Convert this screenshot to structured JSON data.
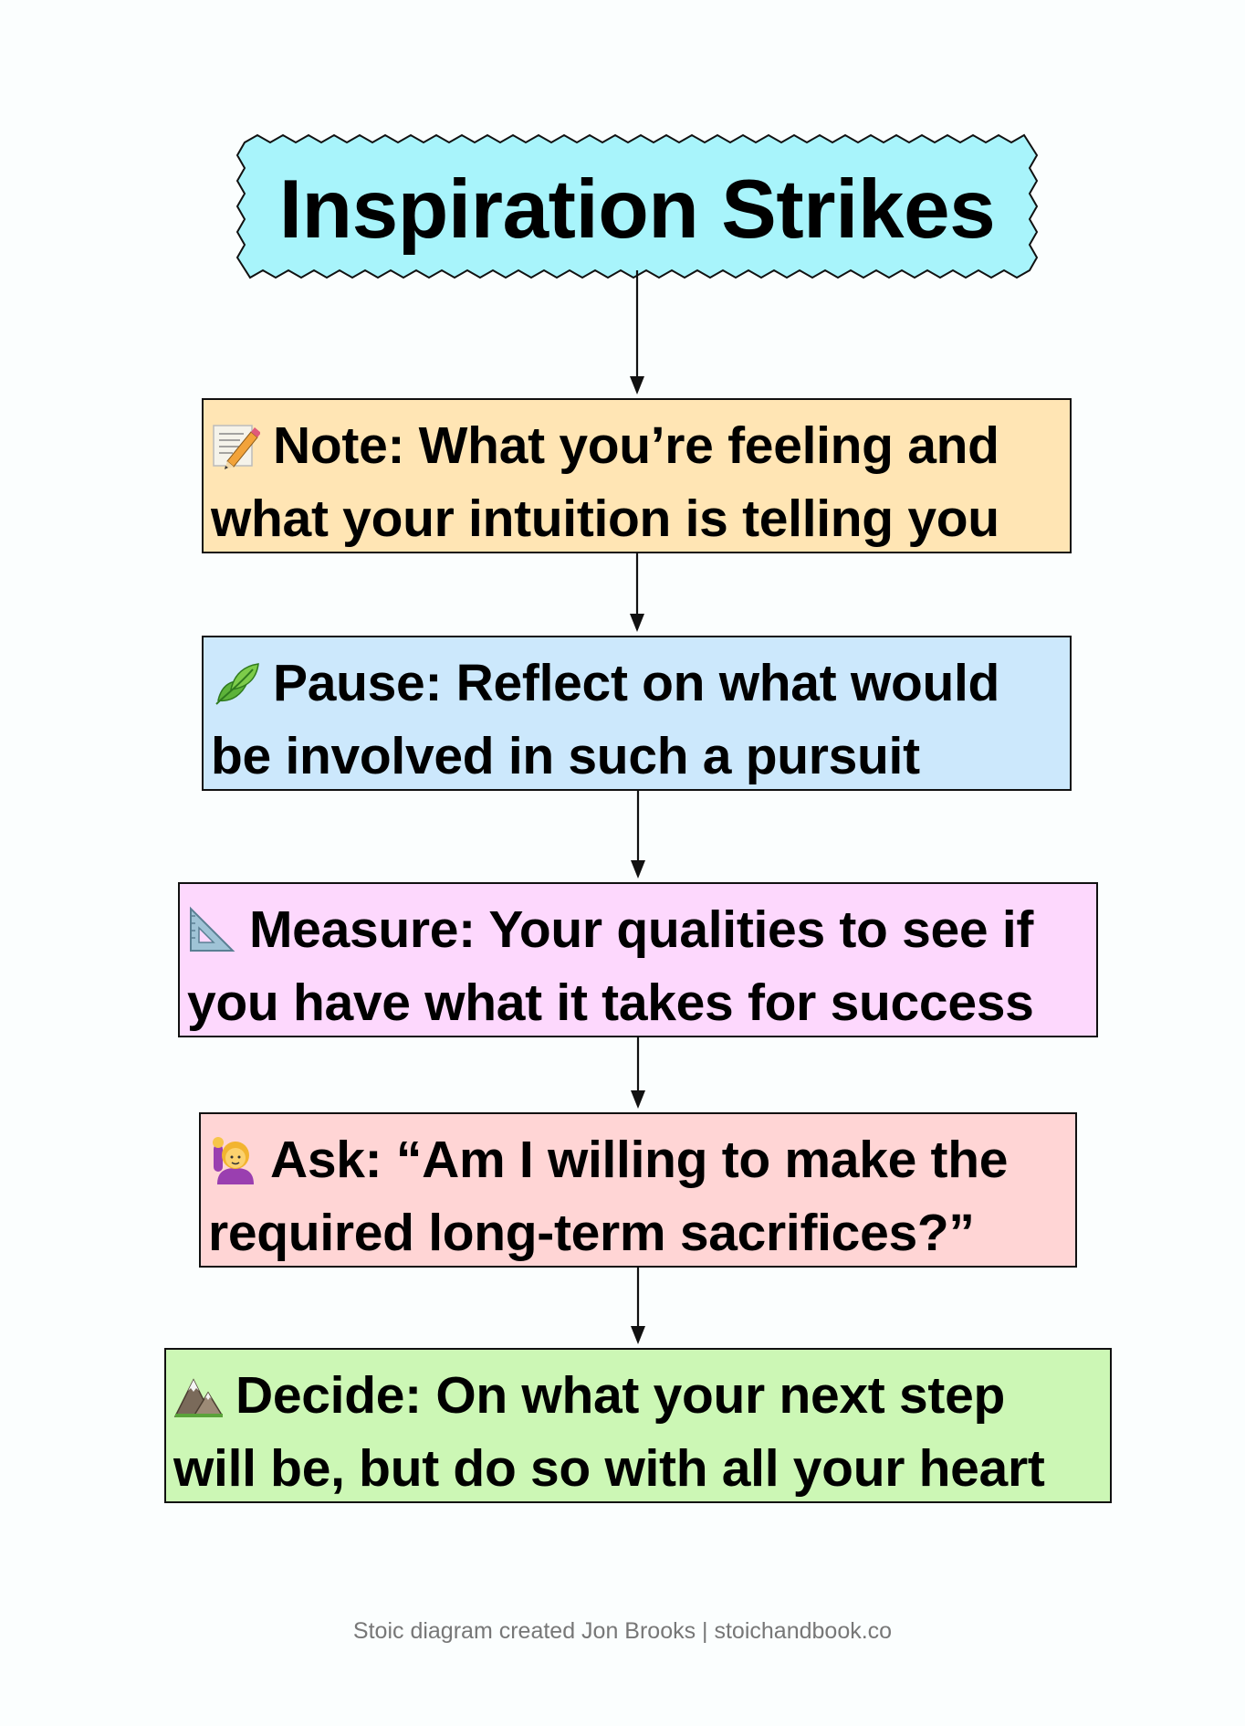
{
  "title": "Inspiration Strikes",
  "steps": [
    {
      "icon": "memo-icon",
      "line1": "Note: What you’re feeling and",
      "line2": "what your intuition is telling you",
      "color": "#ffe5b4"
    },
    {
      "icon": "leaf-icon",
      "line1": "Pause: Reflect on what would",
      "line2": "be involved in such a pursuit",
      "color": "#cce8fc"
    },
    {
      "icon": "triangular-ruler-icon",
      "line1": "Measure: Your qualities to see if",
      "line2": "you have what it takes for success",
      "color": "#fdd8fd"
    },
    {
      "icon": "raising-hand-icon",
      "line1": "Ask: “Am I willing to make the",
      "line2": "required long-term sacrifices?”",
      "color": "#ffd5d5"
    },
    {
      "icon": "mountain-icon",
      "line1": "Decide: On what your next step",
      "line2": "will be, but do so with all your heart",
      "color": "#ccf7b5"
    }
  ],
  "footer": "Stoic diagram created Jon Brooks | stoichandbook.co",
  "colors": {
    "title_fill": "#a8f4fb",
    "border": "#111111",
    "arrow": "#111111",
    "footer_text": "#777777"
  }
}
